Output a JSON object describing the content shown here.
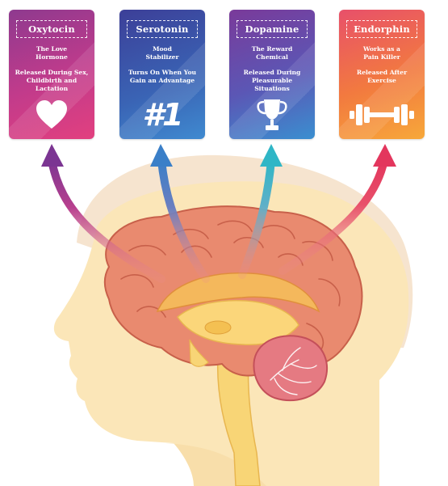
{
  "cards": [
    {
      "title": "Oxytocin",
      "line1": "The Love\nHormone",
      "line2": "Released During Sex,\nChildbirth and\nLactation",
      "icon": "heart-icon"
    },
    {
      "title": "Serotonin",
      "line1": "Mood\nStabilizer",
      "line2": "Turns On When You\nGain an  Advantage",
      "icon_text": "#1",
      "icon": "number-one-icon"
    },
    {
      "title": "Dopamine",
      "line1": "The Reward\nChemical",
      "line2": "Released During\nPleasurable Situations",
      "icon": "trophy-icon"
    },
    {
      "title": "Endorphin",
      "line1": "Works as a\nPain Killer",
      "line2": "Released After\nExercise",
      "icon": "dumbbell-icon"
    }
  ],
  "colors": {
    "oxytocin": "#c23b8b",
    "serotonin": "#3a64b5",
    "dopamine": "#5b57b5",
    "endorphin": "#f27a3f",
    "skin": "#fbe6b8",
    "brain": "#e98a6f",
    "brain_dark": "#c8604a"
  }
}
